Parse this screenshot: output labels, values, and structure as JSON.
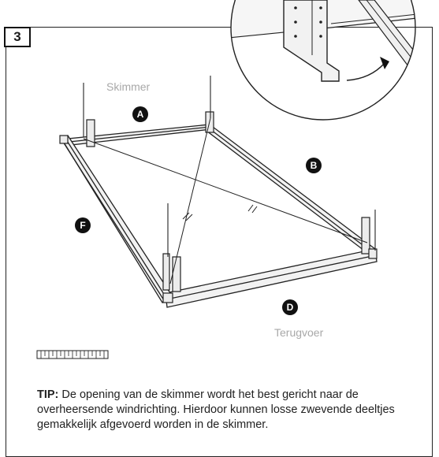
{
  "step_number": "3",
  "labels": {
    "skimmer": "Skimmer",
    "return": "Terugvoer"
  },
  "badges": {
    "a": "A",
    "b": "B",
    "d": "D",
    "f": "F"
  },
  "tip": {
    "prefix": "TIP:",
    "text": " De opening van de skimmer wordt het best gericht naar de overheersende windrichting. Hierdoor kunnen losse zwevende deeltjes gemakkelijk afgevoerd worden in de skimmer."
  },
  "colors": {
    "line": "#222222",
    "label_grey": "#a8a8a8",
    "rail_fill": "#f2f2f2"
  }
}
